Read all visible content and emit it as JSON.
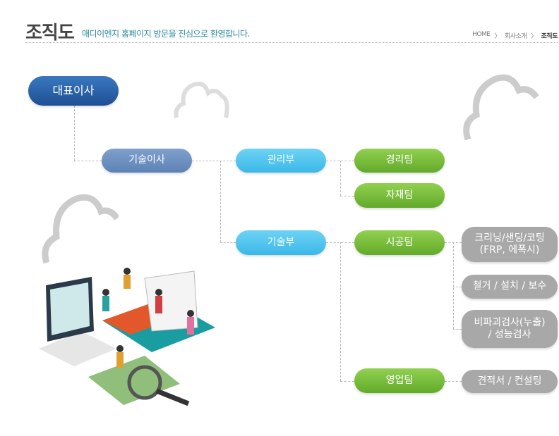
{
  "header": {
    "title": "조직도",
    "subtitle": "매디이엔지 홈페이지 방문을 진심으로 환영합니다.",
    "breadcrumb": [
      "HOME",
      "〉",
      "회사소개",
      "〉",
      "조직도"
    ]
  },
  "org": {
    "ceo": "대표이사",
    "director": "기술이사",
    "departments": [
      "관리부",
      "기술부"
    ],
    "teams": [
      "경리팀",
      "자재팀",
      "시공팀",
      "영업팀"
    ],
    "tasks": [
      "크리닝/샌딩/코팅\n(FRP, 에폭시)",
      "철거 / 설치 / 보수",
      "비파괴검사(누출)\n/ 성능검사",
      "견적서 / 컨설팅"
    ]
  },
  "colors": {
    "ceo": "#1d4f92",
    "director": "#6b8fc0",
    "dept": "#4fc4ee",
    "team": "#7cc242",
    "task": "#a8a8a8"
  }
}
